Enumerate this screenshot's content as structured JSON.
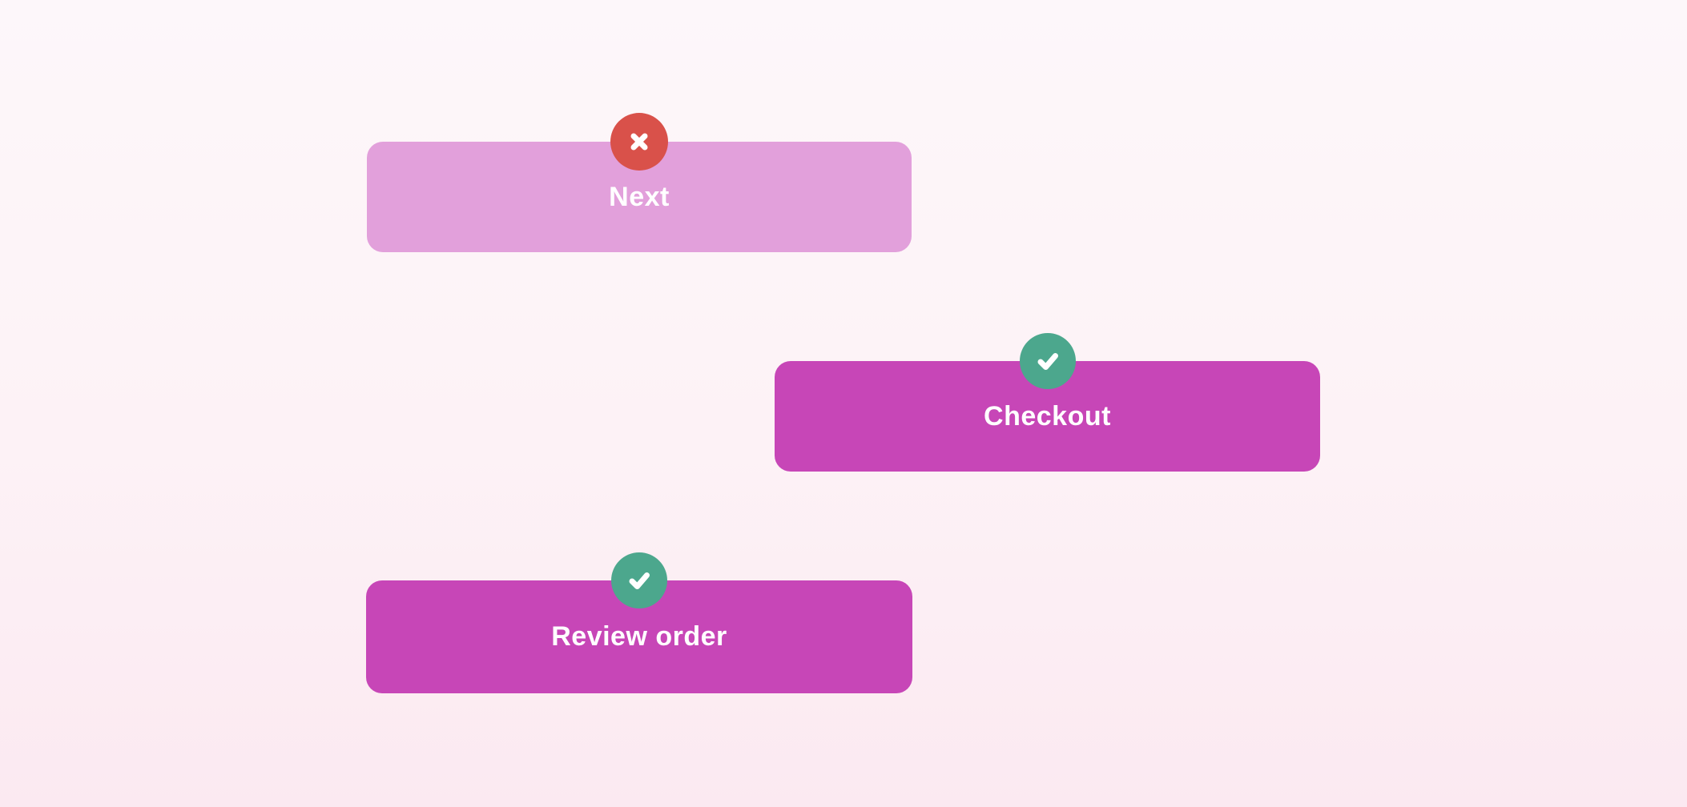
{
  "colors": {
    "background_top": "#fdf7fa",
    "background_bottom": "#fbe9f1",
    "primary": "#c746b7",
    "primary_muted": "#e2a0db",
    "success": "#4ca78d",
    "error": "#d9514a",
    "button_text": "#ffffff"
  },
  "buttons": [
    {
      "label": "Next",
      "variant": "muted",
      "status": "error",
      "status_icon": "x-icon"
    },
    {
      "label": "Checkout",
      "variant": "primary",
      "status": "success",
      "status_icon": "check-icon"
    },
    {
      "label": "Review order",
      "variant": "primary",
      "status": "success",
      "status_icon": "check-icon"
    }
  ]
}
